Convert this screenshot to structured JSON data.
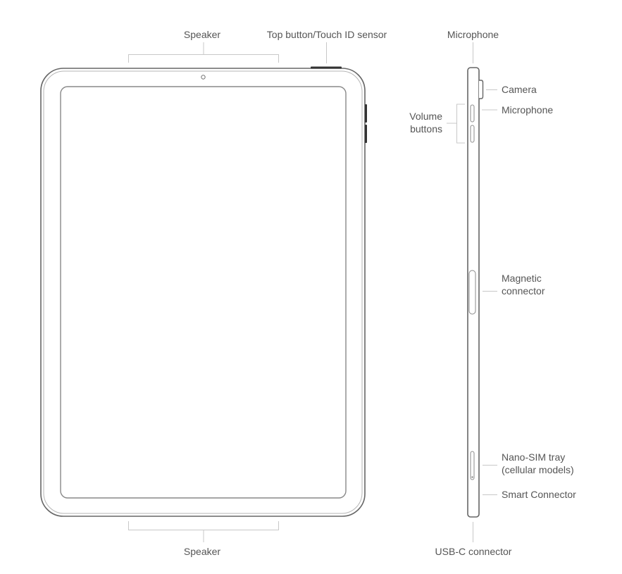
{
  "labels": {
    "speaker_top": "Speaker",
    "top_button": "Top button/Touch ID sensor",
    "speaker_bottom": "Speaker",
    "microphone_top": "Microphone",
    "camera": "Camera",
    "microphone_side": "Microphone",
    "volume_line1": "Volume",
    "volume_line2": "buttons",
    "magnetic_line1": "Magnetic",
    "magnetic_line2": "connector",
    "nanosim_line1": "Nano-SIM tray",
    "nanosim_line2": "(cellular models)",
    "smart_connector": "Smart Connector",
    "usbc": "USB-C connector"
  },
  "colors": {
    "outline": "#666666",
    "leader": "#c8c8c8",
    "label": "#555555",
    "button_dark": "#333333"
  }
}
